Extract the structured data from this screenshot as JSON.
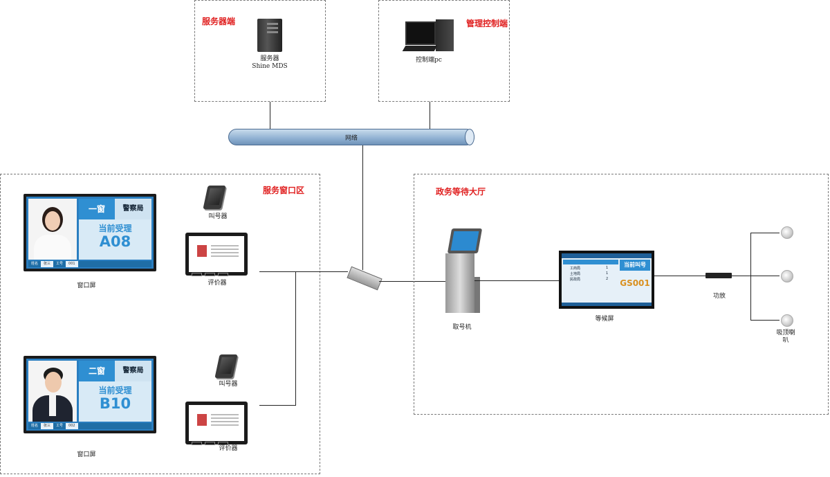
{
  "areas": {
    "server": {
      "title": "服务器端"
    },
    "control": {
      "title": "管理控制端"
    },
    "window_zone": {
      "title": "服务窗口区"
    },
    "hall": {
      "title": "政务等待大厅"
    }
  },
  "server_caption": {
    "line1": "服务器",
    "line2": "Shine MDS"
  },
  "pc_caption": "控制端pc",
  "network_label": "网络",
  "window_screen_1": {
    "window": "一窗",
    "dept": "警察局",
    "label": "当前受理",
    "number": "A08",
    "footer": [
      "姓名",
      "张三",
      "工号",
      "001"
    ],
    "caption": "窗口屏"
  },
  "window_screen_2": {
    "window": "二窗",
    "dept": "警察局",
    "label": "当前受理",
    "number": "B10",
    "footer": [
      "姓名",
      "张三",
      "工号",
      "002"
    ],
    "caption": "窗口屏"
  },
  "pager_caption": "叫号器",
  "evaluator_caption": "评价器",
  "kiosk_caption": "取号机",
  "waiting_screen": {
    "rows": [
      {
        "name": "工商局",
        "count": "1"
      },
      {
        "name": "土地局",
        "count": "1"
      },
      {
        "name": "民政局",
        "count": "2"
      }
    ],
    "call_label": "当前叫号",
    "number": "GS001",
    "caption": "等候屏"
  },
  "amp_caption": "功放",
  "speaker_caption": {
    "line1": "吸顶喇",
    "line2": "叭"
  }
}
